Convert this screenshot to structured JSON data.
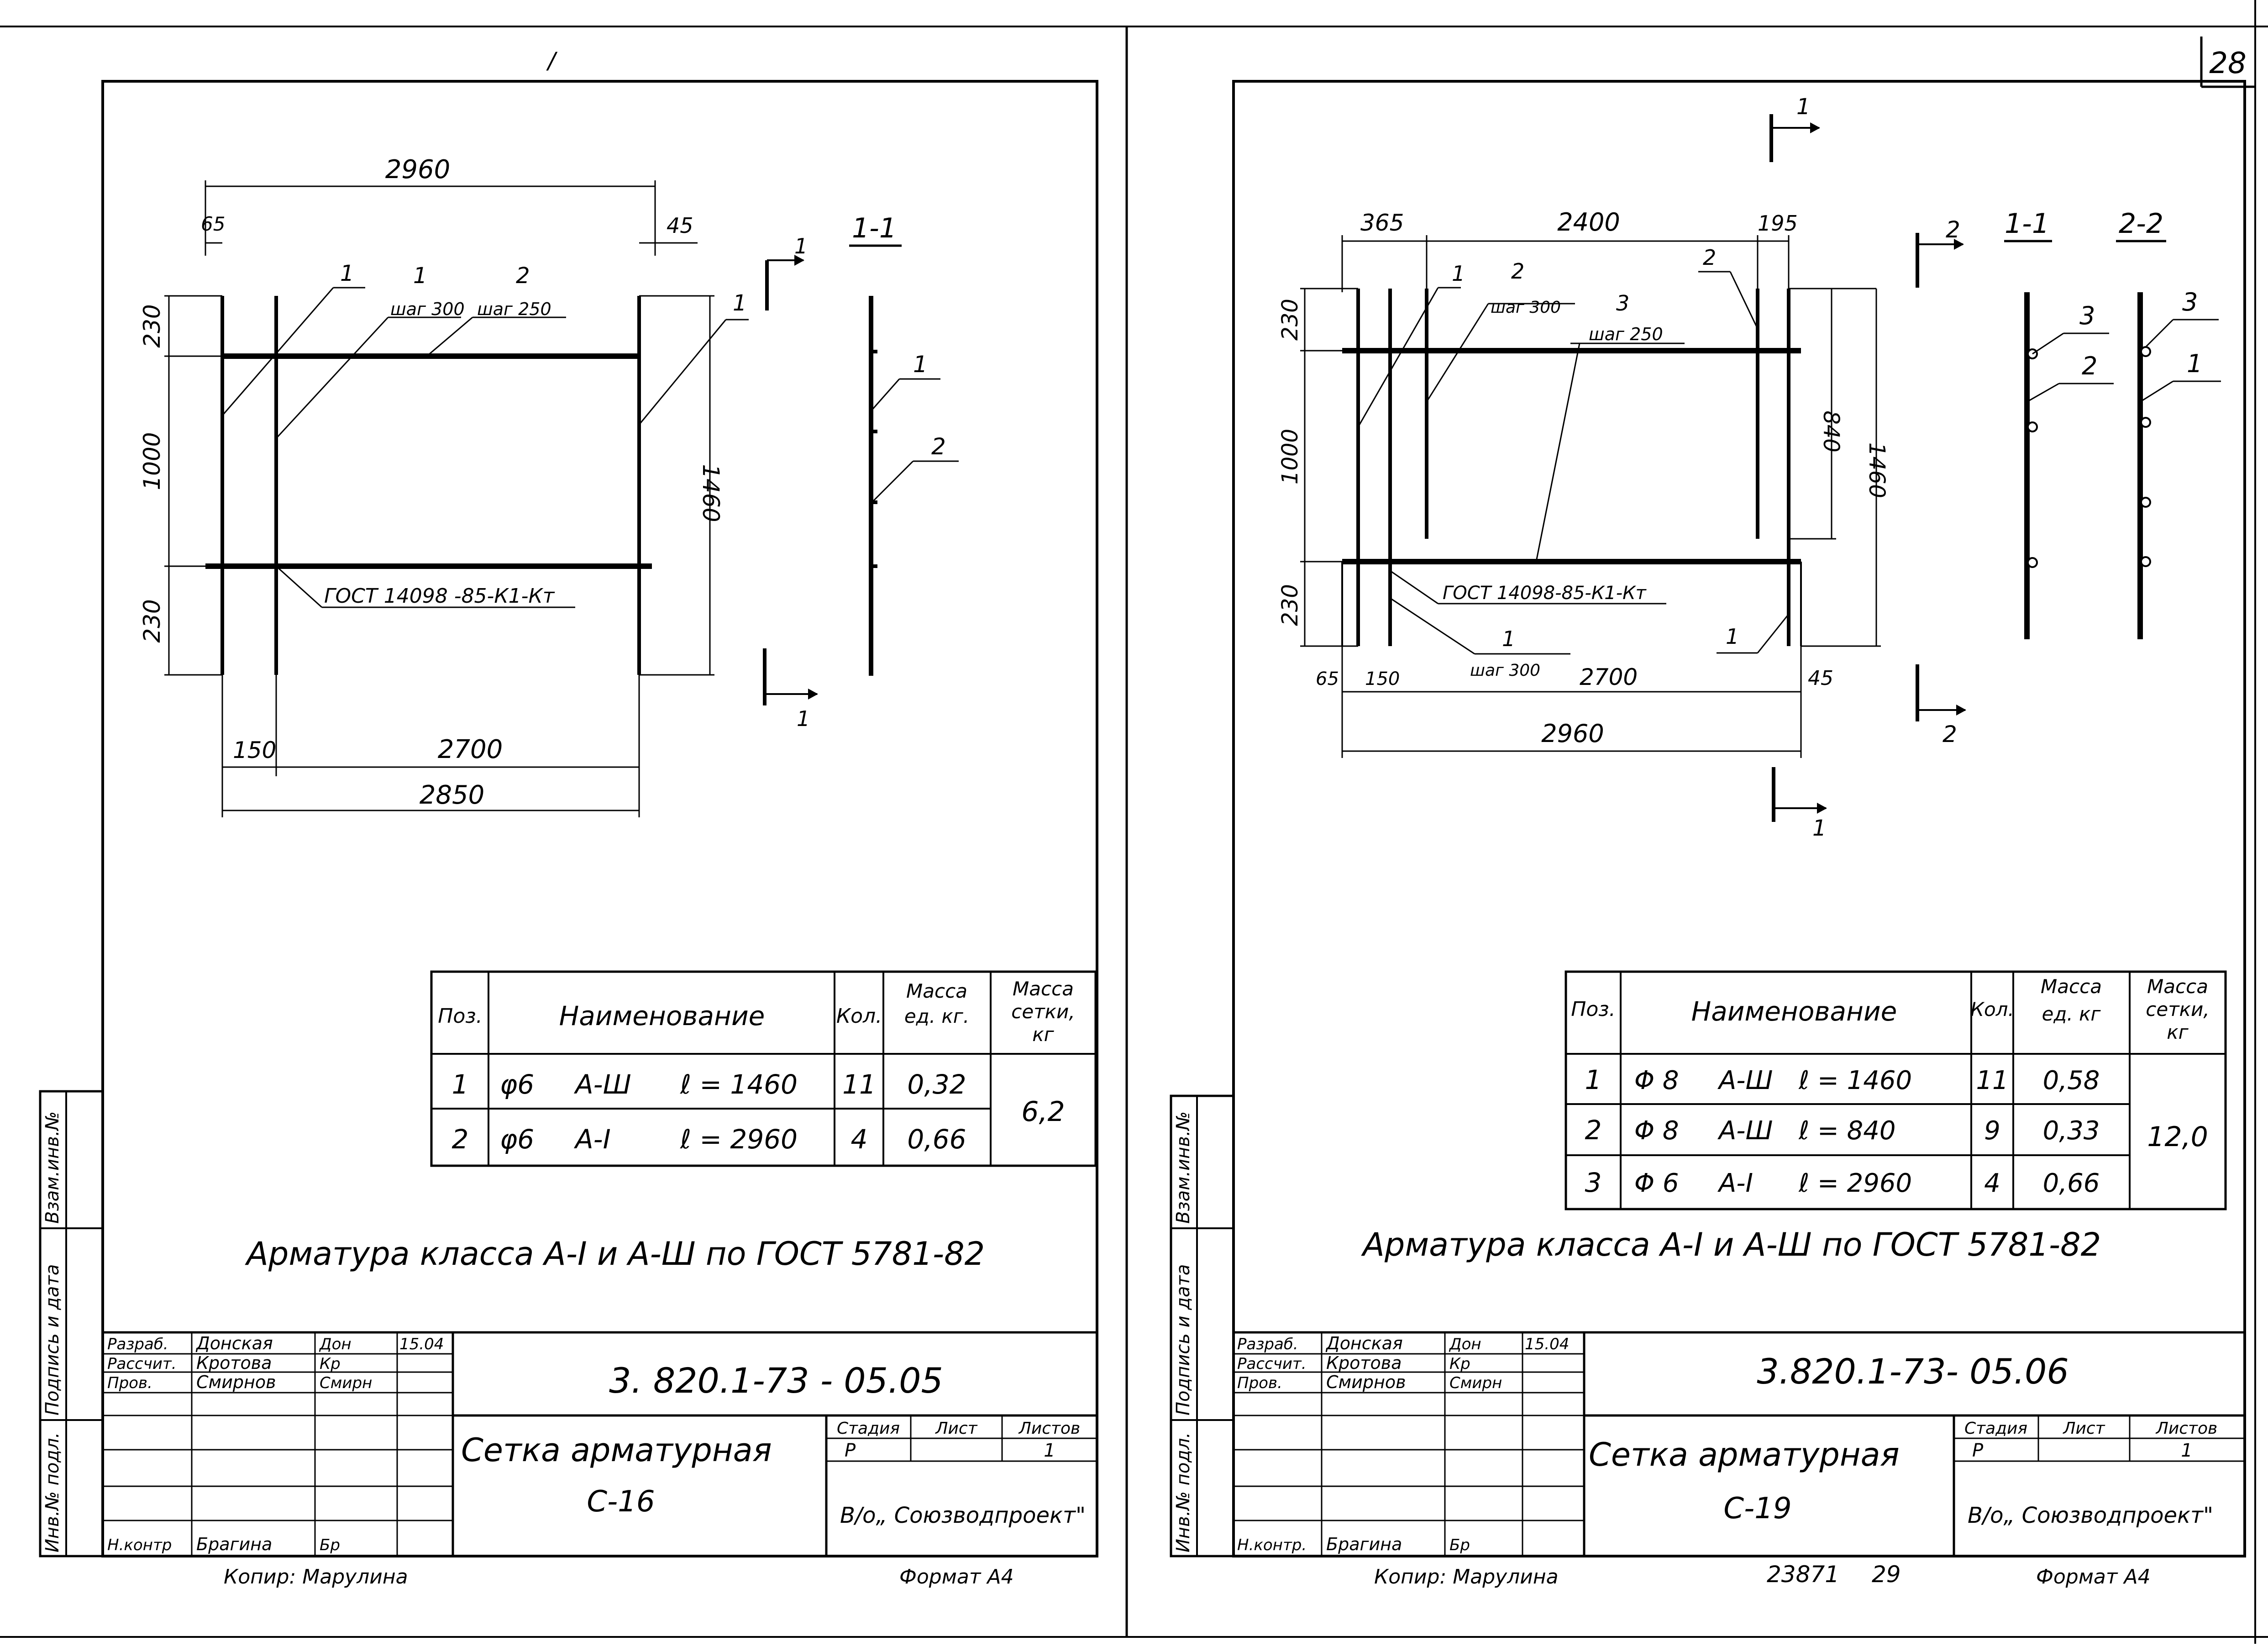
{
  "page_number": "28",
  "bottom_numbers": {
    "a": "23871",
    "b": "29"
  },
  "sheet_left": {
    "top_mark": "/",
    "dims": {
      "overall_top": "2960",
      "left_off": "65",
      "right_off": "45",
      "top_ext": "230",
      "span": "1000",
      "bot_ext": "230",
      "height": "1460",
      "b_left": "150",
      "b_mid": "2700",
      "b_total": "2850"
    },
    "leaders": {
      "l1": "1",
      "l2": "1",
      "l3": "2",
      "step1": "шаг 300",
      "step2": "шаг 250",
      "l4": "1",
      "gost": "ГОСТ 14098 -85-К1-Кт"
    },
    "section": {
      "mark_top": "1",
      "mark_bot": "1",
      "title": "1-1",
      "c1": "1",
      "c2": "2"
    },
    "spec": {
      "headers": {
        "pos": "Поз.",
        "name": "Наименование",
        "qty": "Кол.",
        "mass_unit": [
          "Масса",
          "ед. кг."
        ],
        "mass_mesh": [
          "Масса",
          "сетки,",
          "кг"
        ]
      },
      "rows": [
        {
          "pos": "1",
          "dia": "φ6",
          "cls": "А-Ш",
          "len": "ℓ = 1460",
          "qty": "11",
          "mass": "0,32"
        },
        {
          "pos": "2",
          "dia": "φ6",
          "cls": "А-I",
          "len": "ℓ = 2960",
          "qty": "4",
          "mass": "0,66"
        }
      ],
      "total": "6,2"
    },
    "note": "Арматура  класса  А-I и А-Ш  по ГОСТ 5781-82",
    "stamp": {
      "code": "3. 820.1-73 - 05.05",
      "title": [
        "Сетка арматурная",
        "С-16"
      ],
      "stage_labels": [
        "Стадия",
        "Лист",
        "Листов"
      ],
      "stage_values": [
        "Р",
        "",
        "1"
      ],
      "org": "В/о„ Союзводпроект\"",
      "people": [
        {
          "role": "Разраб.",
          "name": "Донская",
          "sig": "Дон",
          "date": "15.04"
        },
        {
          "role": "Рассчит.",
          "name": "Кротова",
          "sig": "Кр",
          "date": ""
        },
        {
          "role": "Пров.",
          "name": "Смирнов",
          "sig": "Смирн",
          "date": ""
        },
        {
          "role": "",
          "name": "",
          "sig": "",
          "date": ""
        },
        {
          "role": "",
          "name": "",
          "sig": "",
          "date": ""
        },
        {
          "role": "",
          "name": "",
          "sig": "",
          "date": ""
        },
        {
          "role": "Н.контр",
          "name": "Брагина",
          "sig": "Бр",
          "date": ""
        }
      ],
      "side_labels": [
        "Взам.инв.№",
        "Подпись и дата",
        "Инв.№ подл."
      ]
    },
    "copier": "Копир: Марулина",
    "format": "Формат А4"
  },
  "sheet_right": {
    "dims": {
      "left_off": "365",
      "mid": "2400",
      "right_off": "195",
      "top_ext": "230",
      "span": "1000",
      "bot_ext": "230",
      "inner": "840",
      "height": "1460",
      "b_left": "65",
      "b_inner": "150",
      "b_mid": "2700",
      "b_right": "45",
      "b_total": "2960"
    },
    "leaders": {
      "l1": "1",
      "l2": "2",
      "step1": "шаг 300",
      "l3": "3",
      "step2": "шаг 250",
      "l4": "2",
      "gost": "ГОСТ 14098-85-К1-Кт",
      "l5": "1",
      "step3": "шаг 300",
      "l6": "1"
    },
    "section": {
      "mark_top": "1",
      "mark_bot": "1",
      "mark2_top": "2",
      "mark2_bot": "2",
      "title1": "1-1",
      "title2": "2-2",
      "s1a": "3",
      "s1b": "2",
      "s2a": "3",
      "s2b": "1"
    },
    "spec": {
      "headers": {
        "pos": "Поз.",
        "name": "Наименование",
        "qty": "Кол.",
        "mass_unit": [
          "Масса",
          "ед. кг"
        ],
        "mass_mesh": [
          "Масса",
          "сетки,",
          "кг"
        ]
      },
      "rows": [
        {
          "pos": "1",
          "dia": "Φ 8",
          "cls": "А-Ш",
          "len": "ℓ = 1460",
          "qty": "11",
          "mass": "0,58"
        },
        {
          "pos": "2",
          "dia": "Φ 8",
          "cls": "А-Ш",
          "len": "ℓ = 840",
          "qty": "9",
          "mass": "0,33"
        },
        {
          "pos": "3",
          "dia": "Φ 6",
          "cls": "А-I",
          "len": "ℓ = 2960",
          "qty": "4",
          "mass": "0,66"
        }
      ],
      "total": "12,0"
    },
    "note": "Арматура  класса  А-I и А-Ш по ГОСТ 5781-82",
    "stamp": {
      "code": "3.820.1-73- 05.06",
      "title": [
        "Сетка арматурная",
        "С-19"
      ],
      "stage_labels": [
        "Стадия",
        "Лист",
        "Листов"
      ],
      "stage_values": [
        "Р",
        "",
        "1"
      ],
      "org": "В/о„ Союзводпроект\"",
      "people": [
        {
          "role": "Разраб.",
          "name": "Донская",
          "sig": "Дон",
          "date": "15.04"
        },
        {
          "role": "Рассчит.",
          "name": "Кротова",
          "sig": "Кр",
          "date": ""
        },
        {
          "role": "Пров.",
          "name": "Смирнов",
          "sig": "Смирн",
          "date": ""
        },
        {
          "role": "",
          "name": "",
          "sig": "",
          "date": ""
        },
        {
          "role": "",
          "name": "",
          "sig": "",
          "date": ""
        },
        {
          "role": "",
          "name": "",
          "sig": "",
          "date": ""
        },
        {
          "role": "Н.контр.",
          "name": "Брагина",
          "sig": "Бр",
          "date": ""
        }
      ],
      "side_labels": [
        "Взам.инв.№",
        "Подпись и дата",
        "Инв.№ подл."
      ]
    },
    "copier": "Копир: Марулина",
    "format": "Формат А4"
  }
}
